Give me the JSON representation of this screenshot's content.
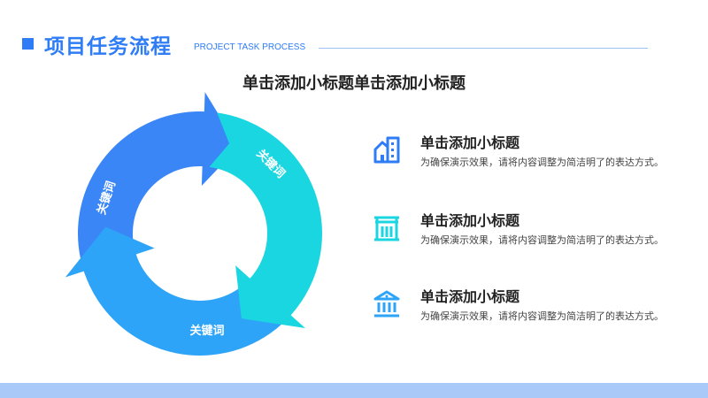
{
  "header": {
    "title": "项目任务流程",
    "subtitle": "PROJECT TASK PROCESS"
  },
  "main_heading": "单击添加小标题单击添加小标题",
  "cycle": {
    "segments": [
      {
        "label": "关键词",
        "color": "#1ad6e0"
      },
      {
        "label": "关键词",
        "color": "#2ea4f8"
      },
      {
        "label": "关键词",
        "color": "#3a86f7"
      }
    ]
  },
  "items": [
    {
      "icon": "building-icon",
      "color": "#2e7cf6",
      "title": "单击添加小标题",
      "desc": "为确保演示效果，请将内容调整为简洁明了的表达方式。"
    },
    {
      "icon": "storefront-icon",
      "color": "#1ad6e0",
      "title": "单击添加小标题",
      "desc": "为确保演示效果，请将内容调整为简洁明了的表达方式。"
    },
    {
      "icon": "bank-icon",
      "color": "#2ea4f8",
      "title": "单击添加小标题",
      "desc": "为确保演示效果，请将内容调整为简洁明了的表达方式。"
    }
  ]
}
